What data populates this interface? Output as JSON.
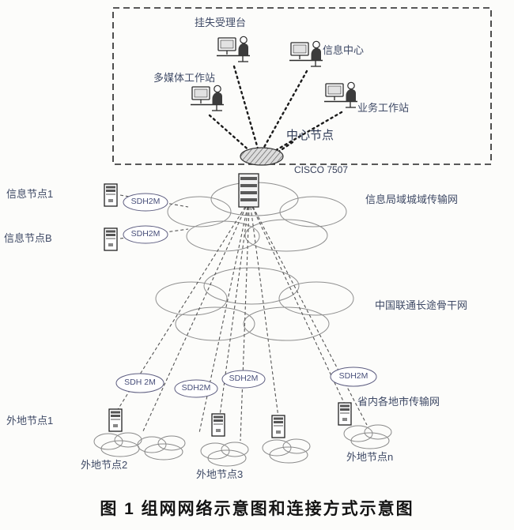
{
  "figure": {
    "caption": "图 1  组网网络示意图和连接方式示意图"
  },
  "center_site": {
    "center_node_label": "中心节点",
    "router_model": "CISCO 7507",
    "workstations": [
      {
        "label": "挂失受理台"
      },
      {
        "label": "信息中心"
      },
      {
        "label": "多媒体工作站"
      },
      {
        "label": "业务工作站"
      }
    ]
  },
  "local_nodes": [
    {
      "label": "信息节点1",
      "link_label": "SDH2M"
    },
    {
      "label": "信息节点B",
      "link_label": "SDH2M"
    }
  ],
  "networks": {
    "metro": "信息局域城域传输网",
    "backbone": "中国联通长途骨干网",
    "provincial": "省内各地市传输网"
  },
  "remote_links": [
    {
      "label": "SDH 2M"
    },
    {
      "label": "SDH2M"
    },
    {
      "label": "SDH2M"
    },
    {
      "label": "SDH2M"
    }
  ],
  "remote_nodes": [
    {
      "label": "外地节点1"
    },
    {
      "label": "外地节点2"
    },
    {
      "label": "外地节点3"
    },
    {
      "label": "外地节点n"
    }
  ]
}
